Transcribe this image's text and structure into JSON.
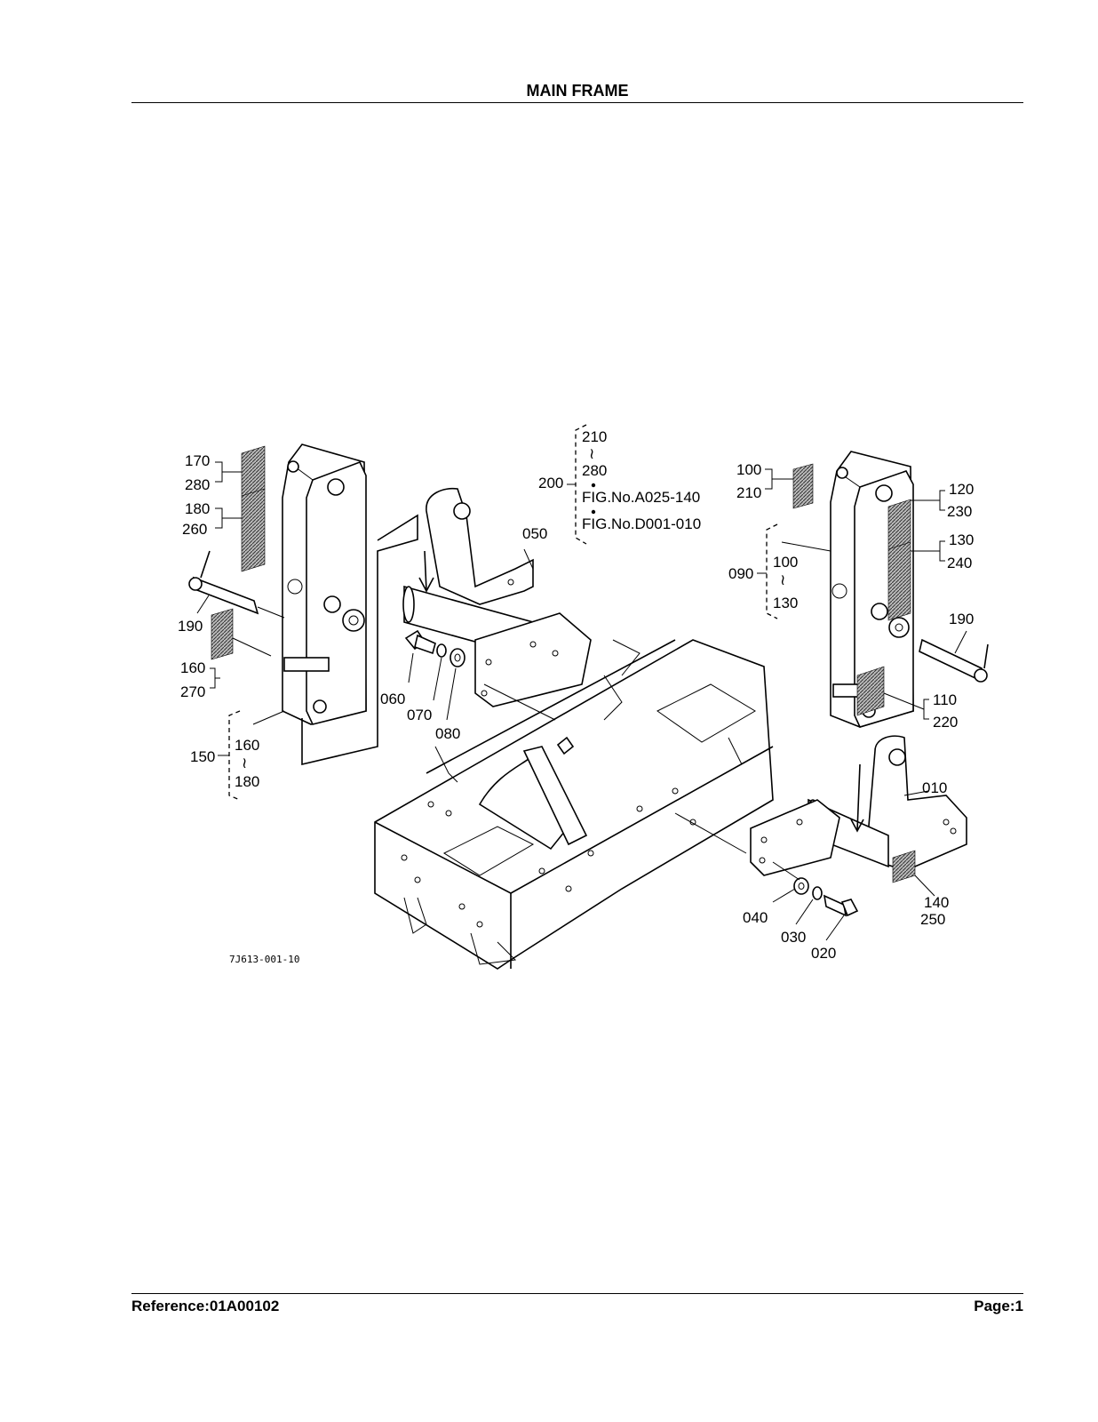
{
  "header": {
    "title": "MAIN FRAME"
  },
  "footer": {
    "reference": "Reference:01A00102",
    "page": "Page:1"
  },
  "diagram": {
    "figure_ref": "7J613-001-10",
    "callouts": {
      "c170": "170",
      "c280a": "280",
      "c180a": "180",
      "c260": "260",
      "c190a": "190",
      "c160a": "160",
      "c270": "270",
      "c150": "150",
      "c160b": "160",
      "c180b": "180",
      "tilde150": "≀",
      "c210a": "210",
      "tilde200": "≀",
      "c280b": "280",
      "c200": "200",
      "fig1": "FIG.No.A025-140",
      "fig2": "FIG.No.D001-010",
      "c050": "050",
      "c060": "060",
      "c070": "070",
      "c080": "080",
      "c100a": "100",
      "c210b": "210",
      "c090": "090",
      "c100b": "100",
      "tilde090": "≀",
      "c130a": "130",
      "c120": "120",
      "c230": "230",
      "c130b": "130",
      "c240": "240",
      "c190b": "190",
      "c110": "110",
      "c220": "220",
      "c010": "010",
      "c140": "140",
      "c250": "250",
      "c040": "040",
      "c030": "030",
      "c020": "020"
    }
  }
}
